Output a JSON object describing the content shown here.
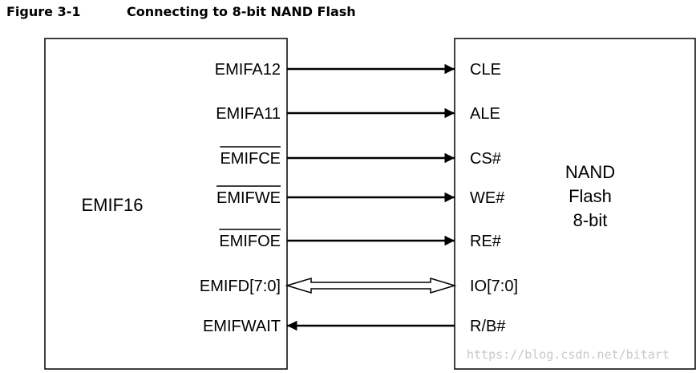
{
  "figure": {
    "number": "Figure 3-1",
    "title": "Connecting to 8-bit NAND Flash"
  },
  "left_block": {
    "label": "EMIF16"
  },
  "right_block": {
    "lines": [
      "NAND",
      "Flash",
      "8-bit"
    ]
  },
  "signals": [
    {
      "from": "EMIFA12",
      "to": "CLE",
      "direction": "right",
      "active_low": false
    },
    {
      "from": "EMIFA11",
      "to": "ALE",
      "direction": "right",
      "active_low": false
    },
    {
      "from": "EMIFCE",
      "to": "CS#",
      "direction": "right",
      "active_low": true
    },
    {
      "from": "EMIFWE",
      "to": "WE#",
      "direction": "right",
      "active_low": true
    },
    {
      "from": "EMIFOE",
      "to": "RE#",
      "direction": "right",
      "active_low": true
    },
    {
      "from": "EMIFD[7:0]",
      "to": "IO[7:0]",
      "direction": "bidirectional",
      "active_low": false
    },
    {
      "from": "EMIFWAIT",
      "to": "R/B#",
      "direction": "left",
      "active_low": false
    }
  ],
  "watermark": "https://blog.csdn.net/bitart"
}
